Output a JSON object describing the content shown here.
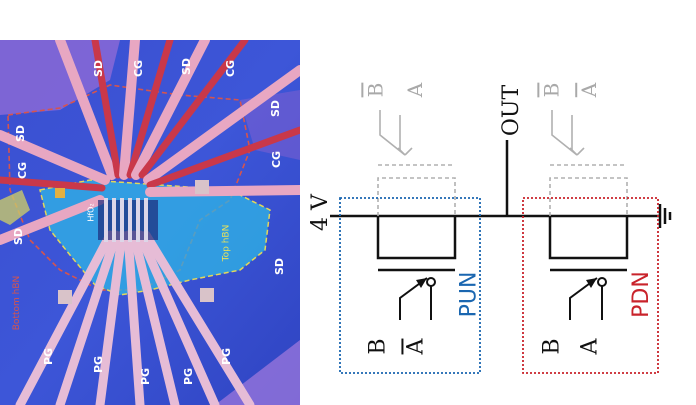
{
  "micrograph": {
    "labels": {
      "cg": "CG",
      "sd": "SD",
      "pg": "PG",
      "hfo2": "HfO₂",
      "top_hbn": "Top hBN",
      "bottom_hbn": "Bottom hBN"
    }
  },
  "circuit": {
    "supply": "4 V",
    "output": "OUT",
    "pun": "PUN",
    "pdn": "PDN",
    "inputs": {
      "pun_top_b": "B",
      "pun_top_a": "A",
      "pdn_top_b": "B",
      "pdn_top_a": "A",
      "pun_bottom_b": "B",
      "pun_bottom_a": "A",
      "pdn_bottom_b": "B",
      "pdn_bottom_a": "A"
    },
    "colors": {
      "pun": "#1a66b0",
      "pdn": "#c9232b",
      "gray": "#a9a9a9"
    }
  }
}
